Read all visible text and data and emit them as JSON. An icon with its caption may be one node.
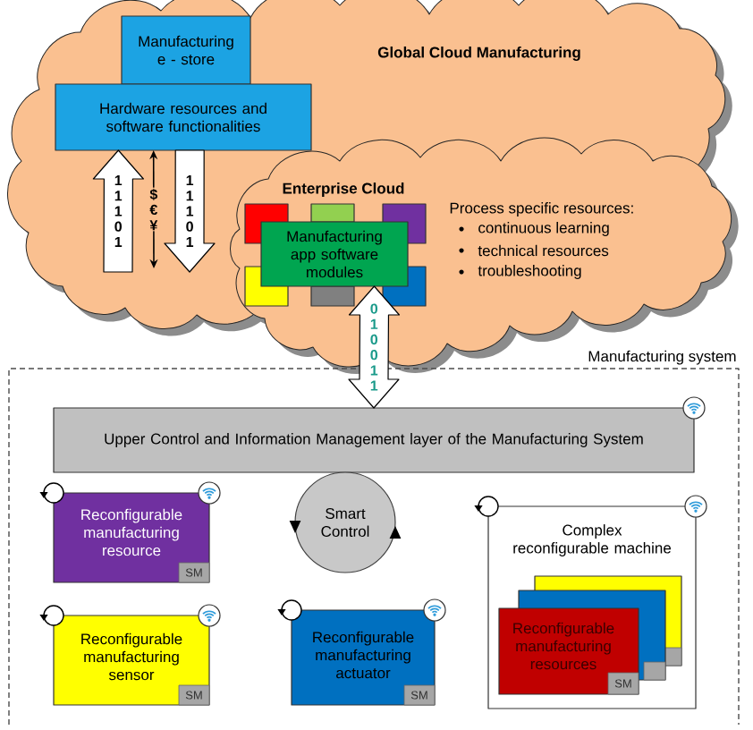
{
  "diagram": {
    "nodes": [
      {
        "text": [
          "Global Cloud Manufacturing"
        ]
      },
      {
        "text": [
          "Manufacturing e - store"
        ],
        "in": 0
      },
      {
        "text": [
          "Hardware resources and software functionalities"
        ],
        "in": 0
      },
      {
        "text": [
          "Enterprise Cloud",
          "Process specific resources:",
          "continuous learning",
          "technical resources",
          "troubleshooting"
        ]
      },
      {
        "text": [],
        "shape": "box",
        "in": 3
      },
      {
        "text": [],
        "shape": "box",
        "in": 3
      },
      {
        "text": [],
        "shape": "box",
        "in": 3
      },
      {
        "text": [],
        "shape": "box",
        "in": 3
      },
      {
        "text": [],
        "shape": "box",
        "in": 3
      },
      {
        "text": [],
        "shape": "box",
        "in": 3
      },
      {
        "text": [
          "Manufacturing app software modules"
        ],
        "in": 3
      },
      {
        "text": [
          "Manufacturing system"
        ]
      },
      {
        "text": [
          "Upper Control and Information Management layer of the Manufacturing System"
        ],
        "in": 11
      },
      {
        "text": [
          "Reconfigurable manufacturing resource"
        ],
        "in": 11
      },
      {
        "text": [
          "SM"
        ],
        "in": 13
      },
      {
        "text": [
          "Smart Control"
        ],
        "in": 11
      },
      {
        "text": [
          "Complex reconfigurable machine"
        ],
        "in": 11
      },
      {
        "text": [],
        "shape": "box",
        "in": 16
      },
      {
        "text": [],
        "shape": "box",
        "in": 16
      },
      {
        "text": [
          "Reconfigurable manufacturing resources"
        ],
        "in": 16
      },
      {
        "text": [
          "SM"
        ],
        "in": 19
      },
      {
        "text": [
          "Reconfigurable manufacturing sensor"
        ],
        "in": 11
      },
      {
        "text": [
          "SM"
        ],
        "in": 21
      },
      {
        "text": [
          "Reconfigurable manufacturing actuator"
        ],
        "in": 11
      },
      {
        "text": [
          "SM"
        ],
        "in": 23
      }
    ],
    "edges": [
      {
        "from": null,
        "to": 2,
        "arrow": "to",
        "label": "1 1 1 0 1",
        "style": "thick"
      },
      {
        "from": 2,
        "to": null,
        "arrow": "both",
        "label": "$ € ¥"
      },
      {
        "from": 2,
        "to": null,
        "arrow": "to",
        "label": "1 1 1 0 1",
        "style": "thick"
      },
      {
        "from": 10,
        "to": 12,
        "arrow": "both",
        "label": "0 1 0 0 1 1",
        "style": "thick"
      }
    ]
  }
}
